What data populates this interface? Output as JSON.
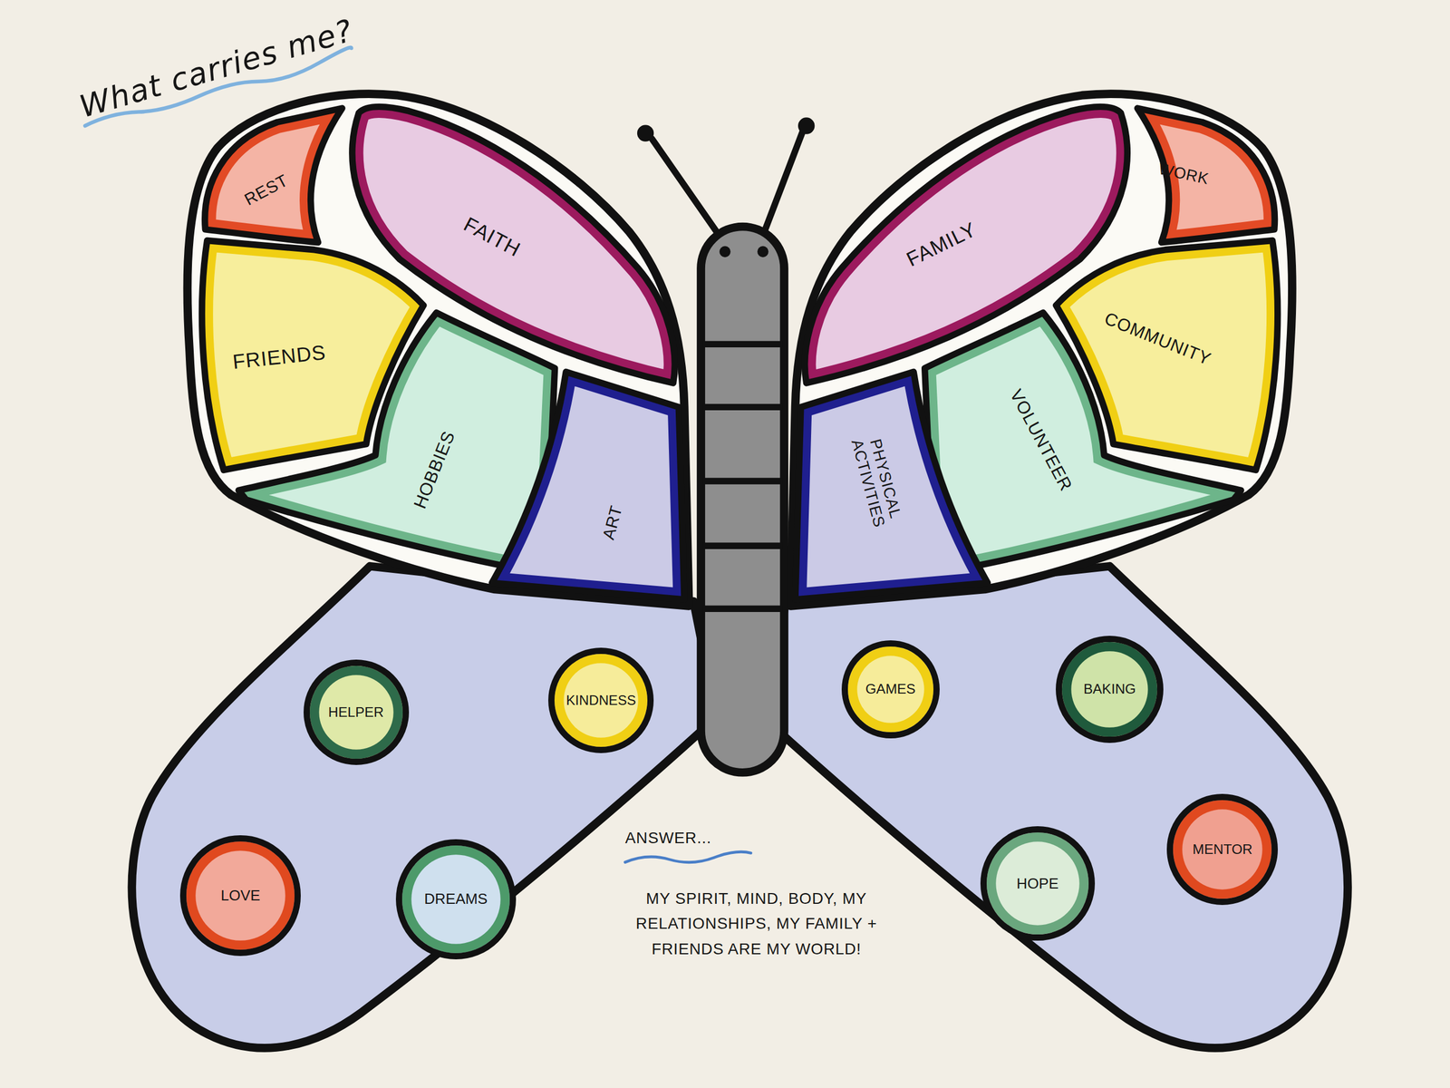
{
  "diagram": {
    "title": "What carries me?",
    "nodes": [
      {
        "text": [
          "REST"
        ]
      },
      {
        "text": [
          "FAITH"
        ]
      },
      {
        "text": [
          "FAMILY"
        ]
      },
      {
        "text": [
          "WORK"
        ]
      },
      {
        "text": [
          "FRIENDS"
        ]
      },
      {
        "text": [
          "COMMUNITY"
        ]
      },
      {
        "text": [
          "HOBBIES"
        ]
      },
      {
        "text": [
          "ART"
        ]
      },
      {
        "text": [
          "PHYSICAL ACTIVITIES"
        ]
      },
      {
        "text": [
          "VOLUNTEER"
        ]
      },
      {
        "text": [
          "HELPER"
        ]
      },
      {
        "text": [
          "KINDNESS"
        ]
      },
      {
        "text": [
          "GAMES"
        ]
      },
      {
        "text": [
          "BAKING"
        ]
      },
      {
        "text": [
          "LOVE"
        ]
      },
      {
        "text": [
          "DREAMS"
        ]
      },
      {
        "text": [
          "HOPE"
        ]
      },
      {
        "text": [
          "MENTOR"
        ]
      }
    ],
    "labels": [
      "ANSWER...",
      "MY SPIRIT, MIND, BODY, MY RELATIONSHIPS, MY FAMILY + FRIENDS ARE MY WORLD!"
    ]
  }
}
